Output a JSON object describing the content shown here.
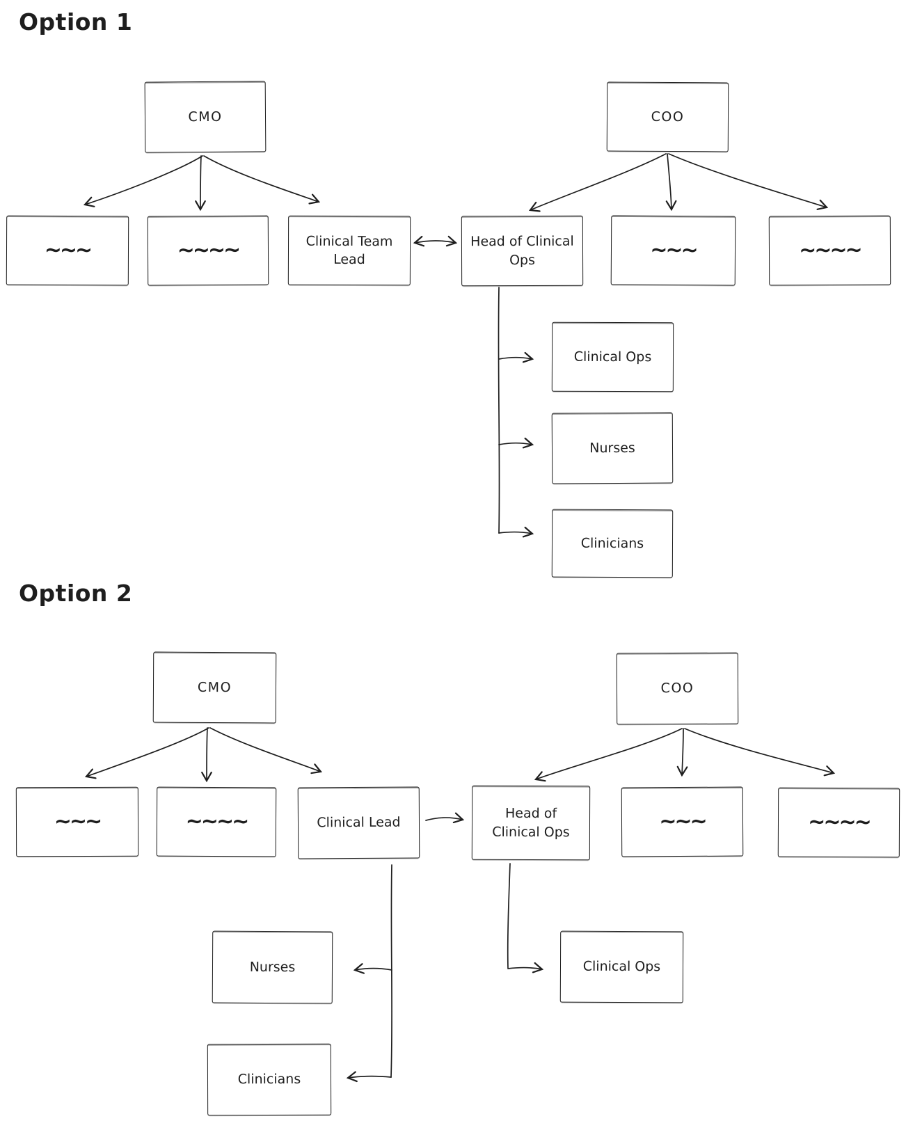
{
  "canvas": {
    "background": "#ffffff",
    "stroke_color": "#1e1e1e"
  },
  "option1": {
    "title": "Option 1",
    "cmo": "CMO",
    "coo": "COO",
    "cmo_team1": "~~~",
    "cmo_team2": "~~~~",
    "clinical_team_lead": "Clinical Team Lead",
    "head_of_clinical_ops": "Head of Clinical Ops",
    "coo_team1": "~~~",
    "coo_team2": "~~~~",
    "clinical_ops": "Clinical Ops",
    "nurses": "Nurses",
    "clinicians": "Clinicians"
  },
  "option2": {
    "title": "Option 2",
    "cmo": "CMO",
    "coo": "COO",
    "cmo_team1": "~~~",
    "cmo_team2": "~~~~",
    "clinical_lead": "Clinical Lead",
    "head_of_clinical_ops": "Head of Clinical Ops",
    "coo_team1": "~~~",
    "coo_team2": "~~~~",
    "clinical_ops": "Clinical Ops",
    "nurses": "Nurses",
    "clinicians": "Clinicians"
  }
}
